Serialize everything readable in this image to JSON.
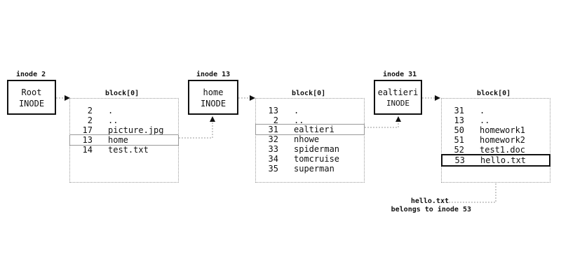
{
  "root": {
    "label": "inode 2",
    "lines": [
      "Root",
      "INODE"
    ]
  },
  "block1": {
    "label": "block[0]",
    "rows": [
      {
        "num": "2",
        "name": "."
      },
      {
        "num": "2",
        "name": ".."
      },
      {
        "num": "17",
        "name": "picture.jpg"
      },
      {
        "num": "13",
        "name": "home"
      },
      {
        "num": "14",
        "name": "test.txt"
      }
    ]
  },
  "home": {
    "label": "inode 13",
    "lines": [
      "home",
      "INODE"
    ]
  },
  "block2": {
    "label": "block[0]",
    "rows": [
      {
        "num": "13",
        "name": "."
      },
      {
        "num": "2",
        "name": ".."
      },
      {
        "num": "31",
        "name": "ealtieri"
      },
      {
        "num": "32",
        "name": "nhowe"
      },
      {
        "num": "33",
        "name": "spiderman"
      },
      {
        "num": "34",
        "name": "tomcruise"
      },
      {
        "num": "35",
        "name": "superman"
      }
    ]
  },
  "ealtieri": {
    "label": "inode 31",
    "lines": [
      "ealtieri",
      "INODE"
    ]
  },
  "block3": {
    "label": "block[0]",
    "rows": [
      {
        "num": "31",
        "name": "."
      },
      {
        "num": "13",
        "name": ".."
      },
      {
        "num": "50",
        "name": "homework1"
      },
      {
        "num": "51",
        "name": "homework2"
      },
      {
        "num": "52",
        "name": "test1.doc"
      },
      {
        "num": "53",
        "name": "hello.txt"
      }
    ]
  },
  "note": {
    "lines": [
      "hello.txt",
      "belongs to inode 53"
    ]
  }
}
